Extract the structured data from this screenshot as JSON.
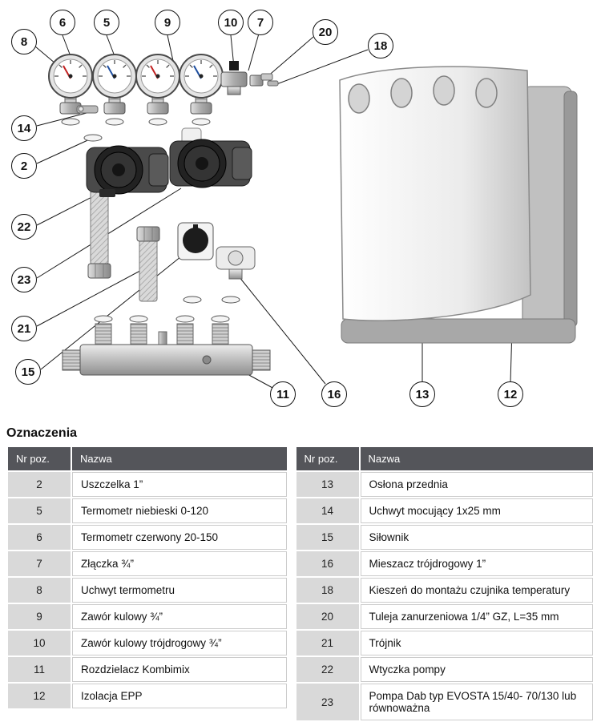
{
  "diagram": {
    "callouts": [
      "8",
      "6",
      "5",
      "9",
      "10",
      "7",
      "20",
      "18",
      "14",
      "2",
      "22",
      "23",
      "21",
      "15",
      "11",
      "16",
      "13",
      "12"
    ],
    "parts_shown": [
      "thermometer-gauges",
      "ball-valves",
      "three-way-valve",
      "pump",
      "pump-plug",
      "actuator",
      "three-way-mixer",
      "tee",
      "manifold",
      "epp-insulation",
      "front-cover",
      "mounting-bracket",
      "gaskets"
    ]
  },
  "legend": {
    "title": "Oznaczenia",
    "columns": {
      "nr": "Nr poz.",
      "name": "Nazwa"
    },
    "left": [
      {
        "nr": "2",
        "name": "Uszczelka 1”"
      },
      {
        "nr": "5",
        "name": "Termometr niebieski 0-120"
      },
      {
        "nr": "6",
        "name": "Termometr czerwony 20-150"
      },
      {
        "nr": "7",
        "name": " Złączka ¾”"
      },
      {
        "nr": "8",
        "name": "Uchwyt termometru"
      },
      {
        "nr": "9",
        "name": "Zawór kulowy ¾”"
      },
      {
        "nr": "10",
        "name": "Zawór kulowy trójdrogowy ¾”"
      },
      {
        "nr": "11",
        "name": "Rozdzielacz Kombimix"
      },
      {
        "nr": "12",
        "name": "Izolacja EPP"
      }
    ],
    "right": [
      {
        "nr": "13",
        "name": "Osłona przednia"
      },
      {
        "nr": "14",
        "name": "Uchwyt mocujący 1x25 mm"
      },
      {
        "nr": "15",
        "name": "Siłownik"
      },
      {
        "nr": "16",
        "name": "Mieszacz trójdrogowy 1”"
      },
      {
        "nr": "18",
        "name": "Kieszeń do montażu czujnika temperatury"
      },
      {
        "nr": "20",
        "name": "Tuleja zanurzeniowa 1/4” GZ, L=35 mm"
      },
      {
        "nr": "21",
        "name": "Trójnik"
      },
      {
        "nr": "22",
        "name": "Wtyczka pompy"
      },
      {
        "nr": "23",
        "name": "Pompa Dab typ EVOSTA 15/40- 70/130 lub równoważna"
      }
    ]
  }
}
